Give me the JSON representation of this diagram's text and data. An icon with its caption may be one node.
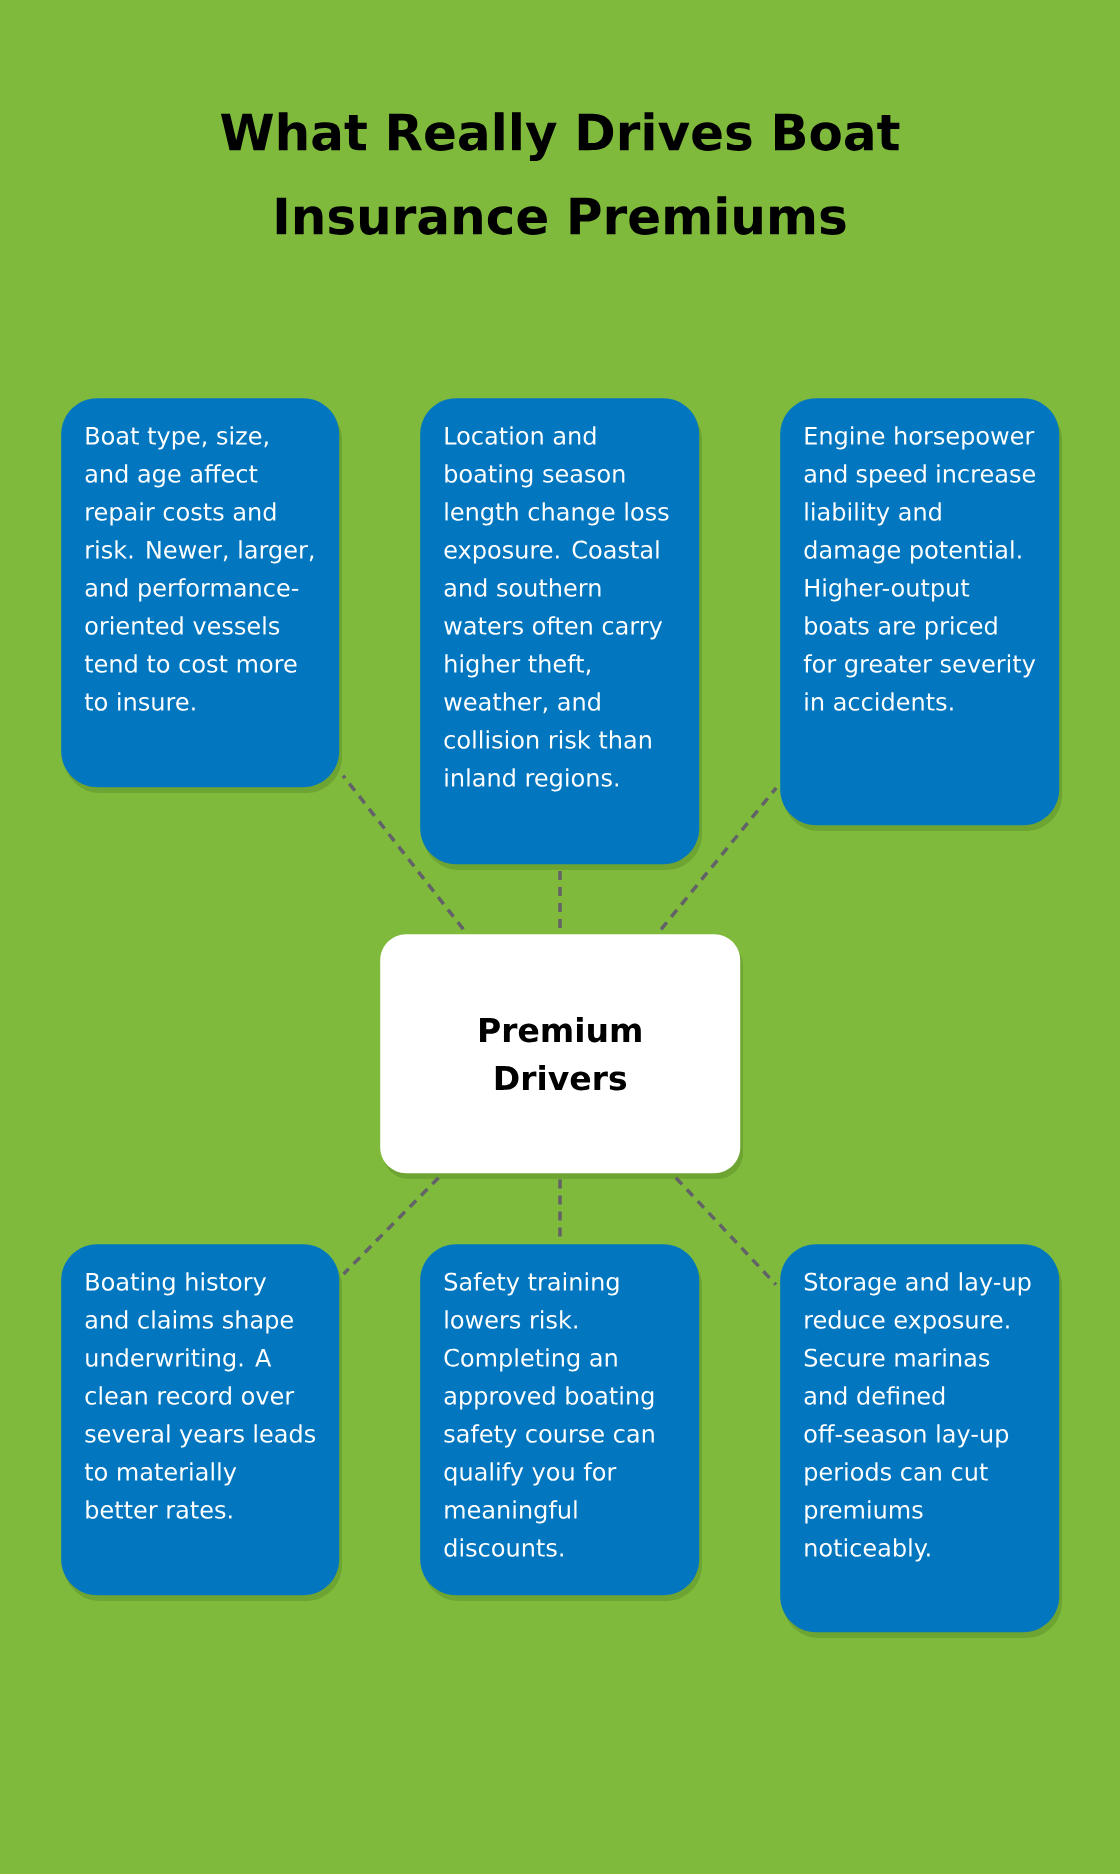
{
  "diagram": {
    "title": "What Really Drives Boat Insurance Premiums",
    "nodes": [
      {
        "text": [
          "Boat type, size, and age affect repair costs and risk. Newer, larger, and performance-oriented vessels tend to cost more to insure."
        ]
      },
      {
        "text": [
          "Location and boating season length change loss exposure. Coastal and southern waters often carry higher theft, weather, and collision risk than inland regions."
        ]
      },
      {
        "text": [
          "Engine horsepower and speed increase liability and damage potential. Higher-output boats are priced for greater severity in accidents."
        ]
      },
      {
        "text": [
          "Premium Drivers"
        ]
      },
      {
        "text": [
          "Boating history and claims shape underwriting. A clean record over several years leads to materially better rates."
        ]
      },
      {
        "text": [
          "Safety training lowers risk. Completing an approved boating safety course can qualify you for meaningful discounts."
        ]
      },
      {
        "text": [
          "Storage and lay-up reduce exposure. Secure marinas and defined off-season lay-up periods can cut premiums noticeably."
        ]
      }
    ],
    "edges": [
      {
        "from": 3,
        "to": 0,
        "arrow": "none",
        "style": "dashed"
      },
      {
        "from": 3,
        "to": 1,
        "arrow": "none",
        "style": "dashed"
      },
      {
        "from": 3,
        "to": 2,
        "arrow": "none",
        "style": "dashed"
      },
      {
        "from": 3,
        "to": 4,
        "arrow": "none",
        "style": "dashed"
      },
      {
        "from": 3,
        "to": 5,
        "arrow": "none",
        "style": "dashed"
      },
      {
        "from": 3,
        "to": 6,
        "arrow": "none",
        "style": "dashed"
      }
    ]
  }
}
